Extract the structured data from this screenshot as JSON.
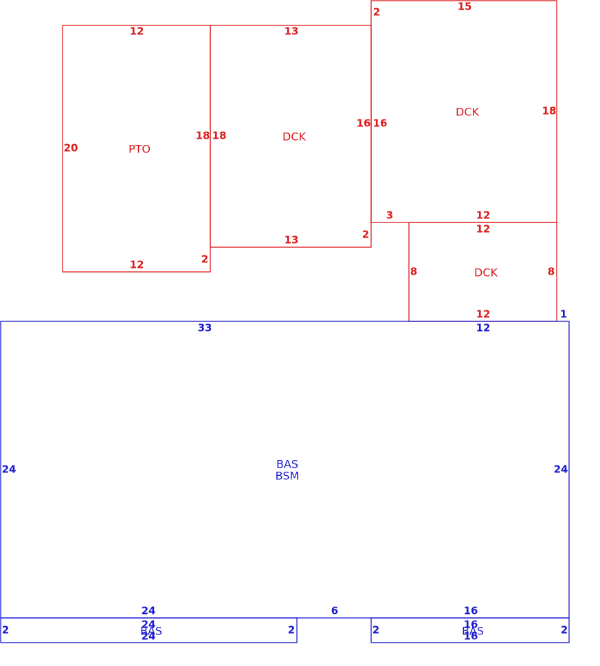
{
  "colors": {
    "upper_level": "#dd1a1a",
    "main_level": "#1a1ad0"
  },
  "areas": {
    "pto": {
      "code": "PTO",
      "top": "12",
      "bottom": "12",
      "left": "20",
      "right": "18",
      "notch": "2"
    },
    "dck_center": {
      "code": "DCK",
      "top": "13",
      "bottom": "13",
      "left": "18",
      "right": "16",
      "notch": "2"
    },
    "dck_upper_right": {
      "code": "DCK",
      "top": "15",
      "left": "16",
      "right": "18",
      "bottom": "12",
      "notch_top": "2",
      "offset": "3"
    },
    "dck_lower_right": {
      "code": "DCK",
      "top": "12",
      "bottom": "12",
      "left": "8",
      "right": "8",
      "offset": "1"
    },
    "bas_main": {
      "code1": "BAS",
      "code2": "BSM",
      "top_left": "33",
      "top_right": "12",
      "left": "24",
      "right": "24",
      "bottom_left": "24",
      "bottom_gap": "6",
      "bottom_right": "16"
    },
    "bas_left": {
      "code": "BAS",
      "top": "24",
      "bottom": "24",
      "left": "2",
      "right": "2"
    },
    "bas_right": {
      "code": "BAS",
      "top": "16",
      "bottom": "16",
      "left": "2",
      "right": "2"
    }
  }
}
